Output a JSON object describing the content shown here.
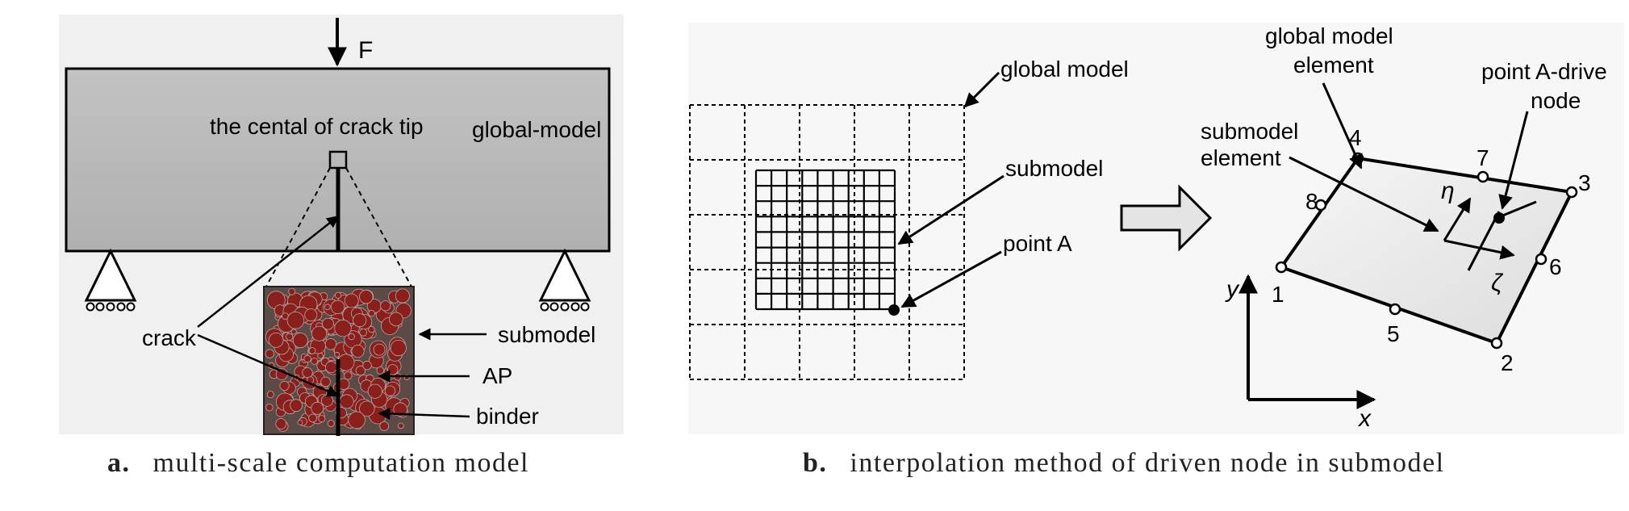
{
  "panel_a": {
    "force_label": "F",
    "crack_tip_label": "the cental of crack tip",
    "global_model_label": "global-model",
    "crack_label": "crack",
    "submodel_label": "submodel",
    "ap_label": "AP",
    "binder_label": "binder",
    "caption_letter": "a.",
    "caption_text": "multi-scale computation model"
  },
  "panel_b": {
    "global_model_label": "global model",
    "submodel_label": "submodel",
    "point_a_label": "point A",
    "global_model_element_line1": "global model",
    "global_model_element_line2": "element",
    "submodel_element_line1": "submodel",
    "submodel_element_line2": "element",
    "point_a_drive_line1": "point A-drive",
    "point_a_drive_line2": "node",
    "node_labels": [
      "1",
      "2",
      "3",
      "4",
      "5",
      "6",
      "7",
      "8"
    ],
    "eta": "η",
    "zeta": "ζ",
    "axis_x": "x",
    "axis_y": "y",
    "caption_letter": "b.",
    "caption_text": "interpolation method of driven node in submodel"
  }
}
